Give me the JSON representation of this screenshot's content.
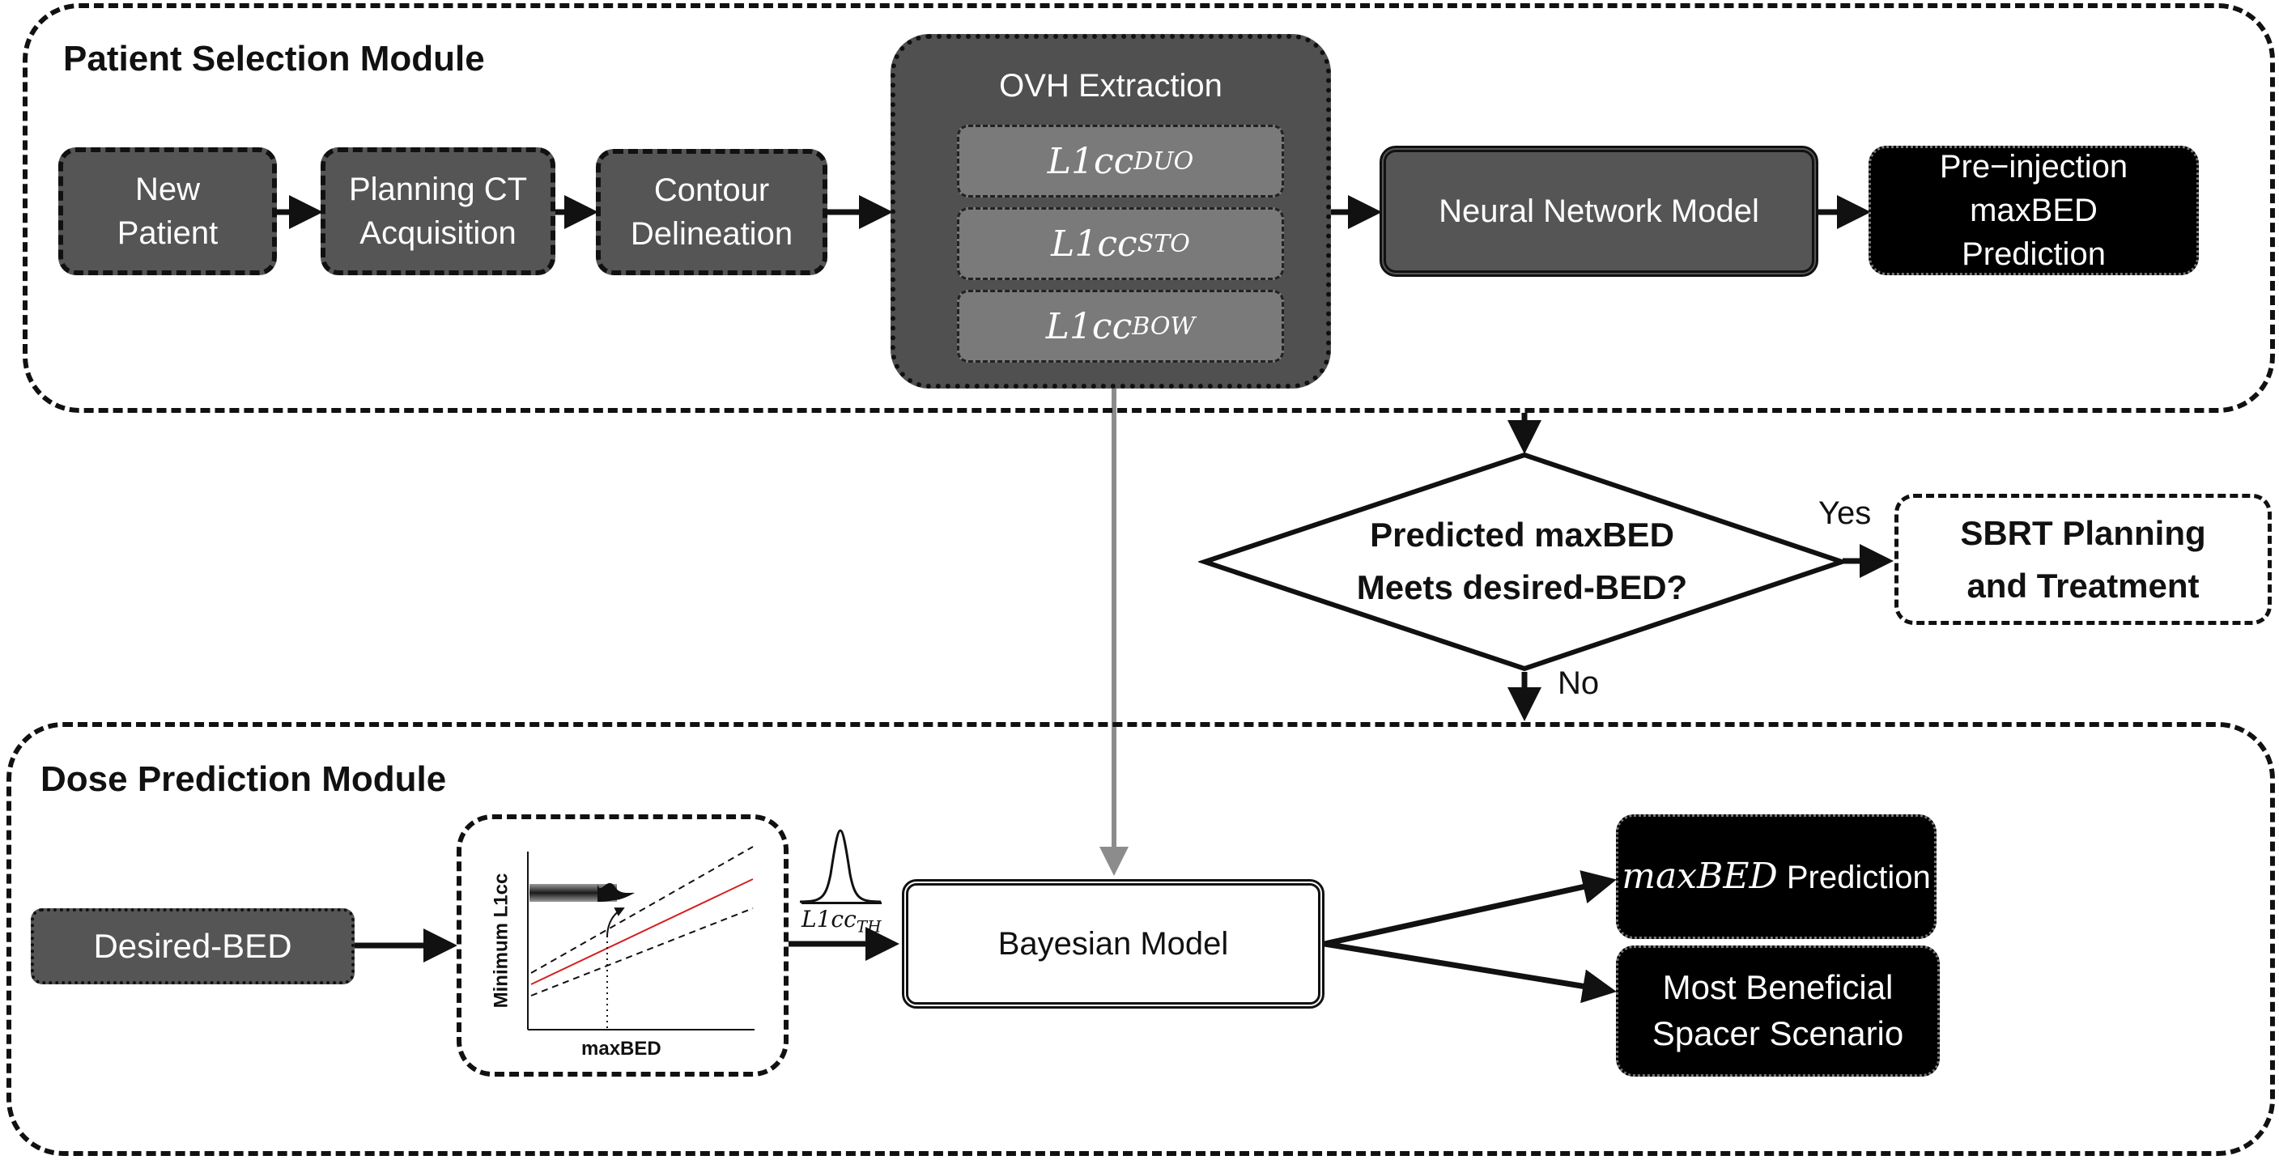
{
  "patient_selection": {
    "title": "Patient Selection Module",
    "new_patient": "New Patient",
    "planning_ct": "Planning CT Acquisition",
    "contour": "Contour Delineation",
    "ovh": {
      "title": "OVH Extraction",
      "items": [
        {
          "base": "L1cc",
          "sub": "DUO"
        },
        {
          "base": "L1cc",
          "sub": "STO"
        },
        {
          "base": "L1cc",
          "sub": "BOW"
        }
      ]
    },
    "neural_network": "Neural Network Model",
    "pre_injection": "Pre−injection maxBED Prediction"
  },
  "decision": {
    "question_line1": "Predicted maxBED",
    "question_line2": "Meets desired-BED?",
    "yes": "Yes",
    "no": "No",
    "sbrt": "SBRT Planning and Treatment"
  },
  "dose_prediction": {
    "title": "Dose Prediction Module",
    "desired_bed": "Desired-BED",
    "mini_chart": {
      "ylabel": "Minimum L1cc",
      "xlabel": "maxBED"
    },
    "distribution_label": {
      "base": "L1cc",
      "sub": "TH"
    },
    "bayesian": "Bayesian Model",
    "maxbed_prediction_math": "maxBED",
    "maxbed_prediction_text": " Prediction",
    "spacer": "Most Beneficial Spacer Scenario"
  }
}
